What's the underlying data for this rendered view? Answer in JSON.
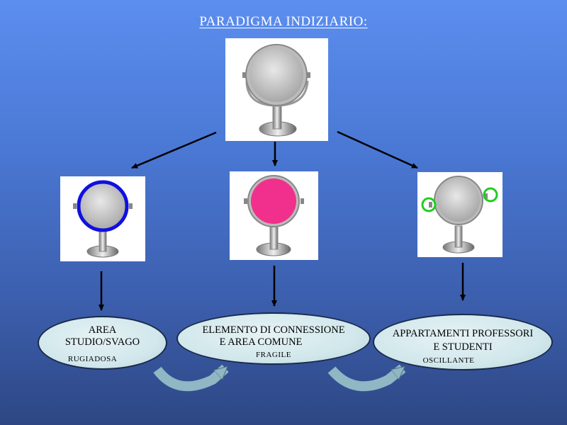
{
  "title": "PARADIGMA INDIZIARIO:",
  "top_image": {
    "icon": "vanity-mirror-icon"
  },
  "branches": [
    {
      "icon": "mirror-blue-ring-icon",
      "highlight_color": "#1010e0",
      "label_line1": "AREA",
      "label_line2": "STUDIO/SVAGO",
      "sub": "RUGIADOSA"
    },
    {
      "icon": "mirror-pink-fill-icon",
      "highlight_color": "#f0308c",
      "label_line1": "ELEMENTO DI CONNESSIONE",
      "label_line2": "E AREA COMUNE",
      "sub": "FRAGILE"
    },
    {
      "icon": "mirror-green-circles-icon",
      "highlight_color": "#22cc22",
      "label_line1": "APPARTAMENTI PROFESSORI",
      "label_line2": "E STUDENTI",
      "sub": "OSCILLANTE"
    }
  ],
  "colors": {
    "arrow": "#000000",
    "curved_arrow": "#8fb7c4",
    "ellipse_fill": "#d2e8ec"
  }
}
